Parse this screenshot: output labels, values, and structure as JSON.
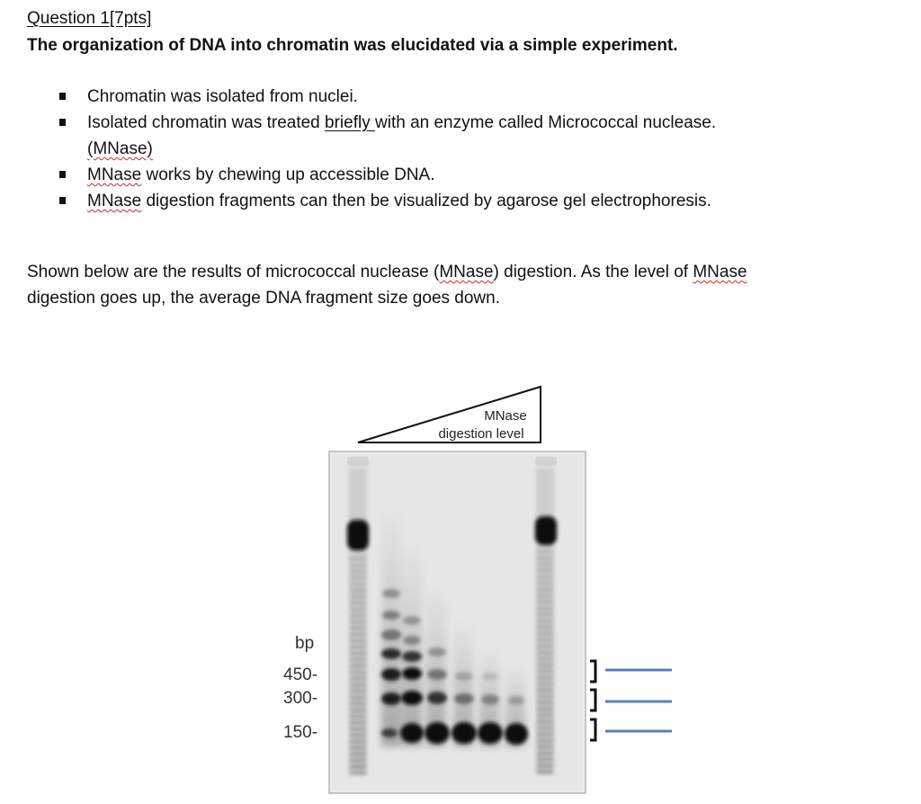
{
  "question": {
    "heading": "Question 1[7pts]",
    "title": "The organization of DNA into chromatin was elucidated via a simple experiment."
  },
  "bullets": [
    {
      "text": "Chromatin was isolated from nuclei."
    },
    {
      "pre": "Isolated chromatin was treated ",
      "underlined": "briefly ",
      "post": "with an enzyme called Micrococcal nuclease."
    },
    {
      "text": "(MNase)"
    },
    {
      "flagged": "MNase",
      "post": " works by chewing up accessible DNA."
    },
    {
      "flagged": "MNase",
      "post": " digestion fragments can then be visualized by agarose gel electrophoresis."
    }
  ],
  "paragraph": {
    "part1": "Shown below are the results of micrococcal nuclease (",
    "flag1": "MNase",
    "part2": ") digestion. As the level of ",
    "flag2": "MNase",
    "part3": "digestion goes up, the average DNA fragment size goes down."
  },
  "figure": {
    "triangle_label_line1": "MNase",
    "triangle_label_line2": "digestion level",
    "axis_unit": "bp",
    "markers": [
      "450-",
      "300-",
      "150-"
    ],
    "bracket_colors": {
      "bracket": "#111111",
      "line": "#5b7fb8"
    }
  }
}
